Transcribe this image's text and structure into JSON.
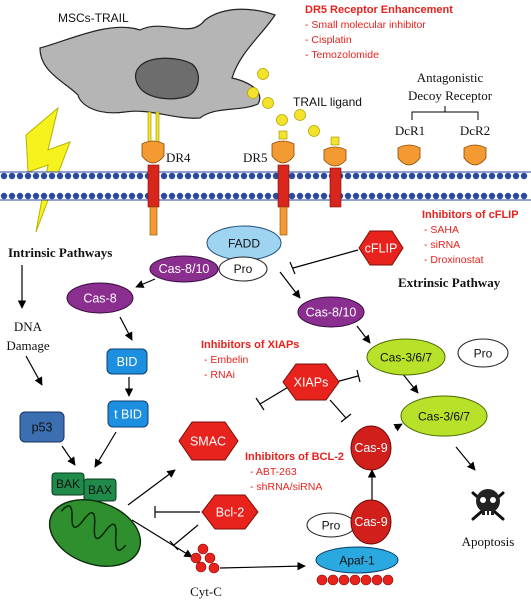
{
  "cell": {
    "label": "MSCs-TRAIL"
  },
  "ligand": {
    "label": "TRAIL ligand"
  },
  "receptors": {
    "dr4": "DR4",
    "dr5": "DR5",
    "decoy_title_line1": "Antagonistic",
    "decoy_title_line2": "Decoy Receptor",
    "dcr1": "DcR1",
    "dcr2": "DcR2"
  },
  "dr5_enhancement": {
    "title": "DR5 Receptor Enhancement",
    "items": [
      "- Small molecular inhibitor",
      "- Cisplatin",
      "- Temozolomide"
    ]
  },
  "cflip_inhibitors": {
    "title": "Inhibitors of cFLIP",
    "items": [
      "- SAHA",
      "- siRNA",
      "- Droxinostat"
    ]
  },
  "xiap_inhibitors": {
    "title": "Inhibitors of XIAPs",
    "items": [
      "- Embelin",
      "- RNAi"
    ]
  },
  "bcl2_inhibitors": {
    "title": "Inhibitors of BCL-2",
    "items": [
      "- ABT-263",
      "- shRNA/siRNA"
    ]
  },
  "pathways": {
    "intrinsic": "Intrinsic Pathways",
    "extrinsic": "Extrinsic Pathway"
  },
  "nodes": {
    "fadd": "FADD",
    "cflip": "cFLIP",
    "cas810_top": "Cas-8/10",
    "pro_top": "Pro",
    "cas8": "Cas-8",
    "cas810_mid": "Cas-8/10",
    "bid": "BID",
    "tbid": "t BID",
    "dna_line1": "DNA",
    "dna_line2": "Damage",
    "p53": "p53",
    "bak": "BAK",
    "bax": "BAX",
    "smac": "SMAC",
    "xiaps": "XIAPs",
    "bcl2": "Bcl-2",
    "cas367_top": "Cas-3/6/7",
    "pro_cas367": "Pro",
    "cas367_active": "Cas-3/6/7",
    "cas9_top": "Cas-9",
    "cas9_bottom": "Cas-9",
    "pro_cas9": "Pro",
    "apaf1": "Apaf-1",
    "cytc": "Cyt-C",
    "apoptosis": "Apoptosis"
  },
  "colors": {
    "membrane": "#2b4a9e",
    "receptor_cap": "#f39a32",
    "receptor_stalk": "#d9261c",
    "fadd": "#9fd3f2",
    "caspase_purple": "#8a2f8f",
    "bid_blue": "#1d8fe0",
    "p53": "#3b6fb2",
    "bak_bax": "#1f8a4a",
    "mito": "#2f8f2f",
    "red_node": "#e8221d",
    "lime": "#b8e22a",
    "apaf": "#2aa8e0"
  }
}
